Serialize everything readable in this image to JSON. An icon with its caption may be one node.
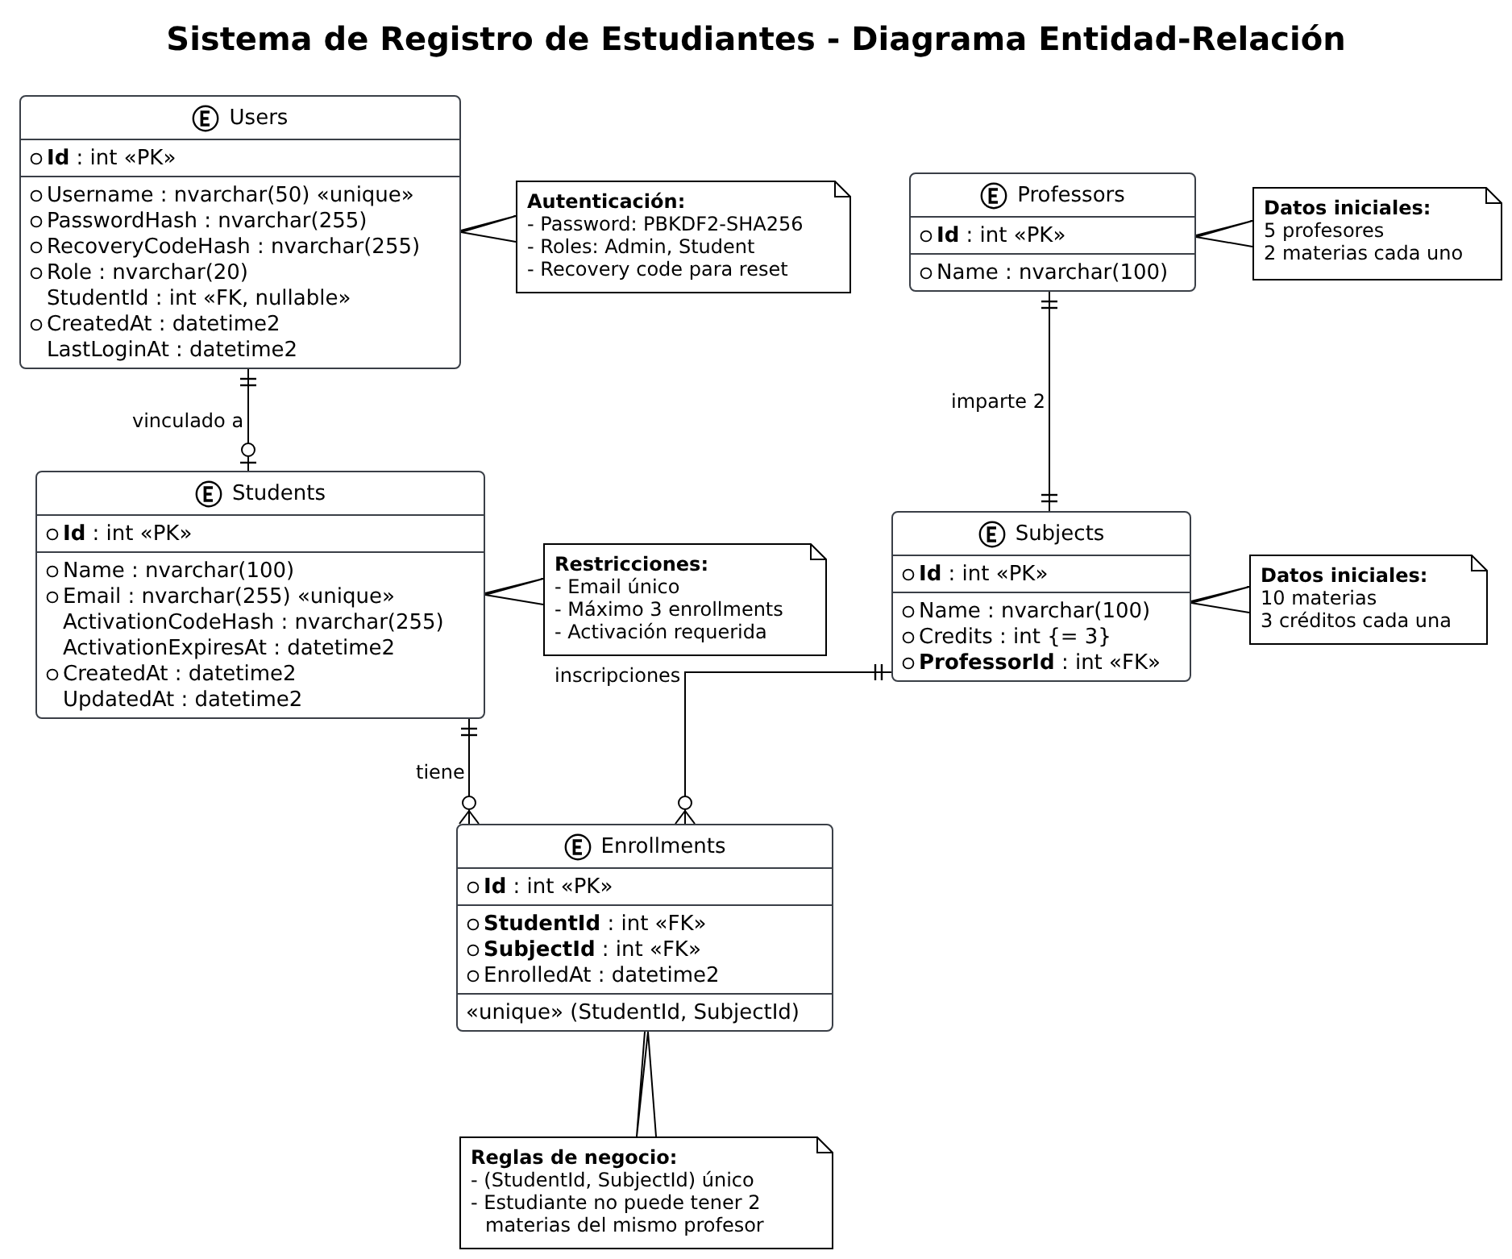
{
  "diagram": {
    "title": "Sistema de Registro de Estudiantes - Diagrama Entidad-Relación",
    "nodes": [
      {
        "text": [
          "Users",
          "**Id** : int «PK»",
          "Username : nvarchar(50) «unique»",
          "PasswordHash : nvarchar(255)",
          "RecoveryCodeHash : nvarchar(255)",
          "Role : nvarchar(20)",
          "StudentId : int «FK, nullable»",
          "CreatedAt : datetime2",
          "LastLoginAt : datetime2"
        ]
      },
      {
        "text": [
          "Autenticación:",
          "- Password: PBKDF2-SHA256",
          "- Roles: Admin, Student",
          "- Recovery code para reset"
        ]
      },
      {
        "text": [
          "Professors",
          "**Id** : int «PK»",
          "Name : nvarchar(100)"
        ]
      },
      {
        "text": [
          "Datos iniciales:",
          "5 profesores",
          "2 materias cada uno"
        ]
      },
      {
        "text": [
          "Students",
          "**Id** : int «PK»",
          "Name : nvarchar(100)",
          "Email : nvarchar(255) «unique»",
          "ActivationCodeHash : nvarchar(255)",
          "ActivationExpiresAt : datetime2",
          "CreatedAt : datetime2",
          "UpdatedAt : datetime2"
        ]
      },
      {
        "text": [
          "Restricciones:",
          "- Email único",
          "- Máximo 3 enrollments",
          "- Activación requerida"
        ]
      },
      {
        "text": [
          "Subjects",
          "**Id** : int «PK»",
          "Name : nvarchar(100)",
          "Credits : int {= 3}",
          "**ProfessorId** : int «FK»"
        ]
      },
      {
        "text": [
          "Datos iniciales:",
          "10 materias",
          "3 créditos cada una"
        ]
      },
      {
        "text": [
          "Enrollments",
          "**Id** : int «PK»",
          "**StudentId** : int «FK»",
          "**SubjectId** : int «FK»",
          "EnrolledAt : datetime2",
          "«unique» (StudentId, SubjectId)"
        ]
      },
      {
        "text": [
          "Reglas de negocio:",
          "- (StudentId, SubjectId) único",
          "- Estudiante no puede tener 2 materias del mismo profesor"
        ]
      }
    ],
    "edges": [
      {
        "from": 0,
        "to": 4,
        "arrow": "other",
        "label": "vinculado a"
      },
      {
        "from": 2,
        "to": 6,
        "arrow": "other",
        "label": "imparte 2"
      },
      {
        "from": 4,
        "to": 8,
        "arrow": "other",
        "label": "tiene"
      },
      {
        "from": 6,
        "to": 8,
        "arrow": "other",
        "label": "inscripciones"
      },
      {
        "from": 1,
        "to": 0,
        "arrow": "none"
      },
      {
        "from": 3,
        "to": 2,
        "arrow": "none"
      },
      {
        "from": 5,
        "to": 4,
        "arrow": "none"
      },
      {
        "from": 7,
        "to": 6,
        "arrow": "none"
      },
      {
        "from": 9,
        "to": 8,
        "arrow": "none"
      }
    ]
  }
}
